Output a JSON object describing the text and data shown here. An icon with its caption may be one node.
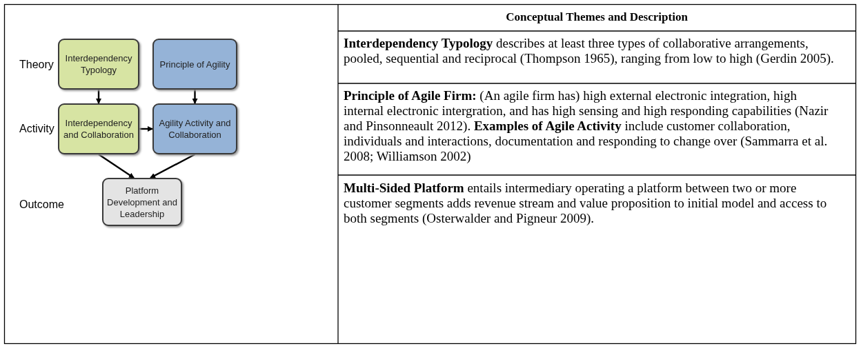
{
  "diagram": {
    "nodes": [
      {
        "text": [
          "Interdependency Typology"
        ]
      },
      {
        "text": [
          "Principle of Agility"
        ]
      },
      {
        "text": [
          "Interdependency and Collaboration"
        ]
      },
      {
        "text": [
          "Agility Activity and Collaboration"
        ]
      },
      {
        "text": [
          "Platform Development and Leadership"
        ]
      }
    ],
    "edges": [
      {
        "from": 0,
        "to": 2,
        "arrow": "to"
      },
      {
        "from": 1,
        "to": 3,
        "arrow": "to"
      },
      {
        "from": 2,
        "to": 3,
        "arrow": "to"
      },
      {
        "from": 2,
        "to": 4,
        "arrow": "to"
      },
      {
        "from": 3,
        "to": 4,
        "arrow": "to"
      }
    ],
    "labels": [
      "Conceptual Themes and Description",
      "Theory",
      "**Interdependency Typology** describes at least three types of collaborative arrangements, pooled, sequential and reciprocal (Thompson 1965), ranging from low to high (Gerdin 2005).",
      "Activity",
      "**Principle of Agile Firm:** (An agile firm has) high external electronic integration, high internal electronic intergration, and has high sensing and high responding capabilities (Nazir and Pinsonneault 2012). **Examples of Agile Activity** include customer collaboration, individuals and interactions, documentation and responding to change over (Sammarra et al. 2008; Williamson 2002)",
      "Outcome",
      "**Multi-Sided Platform** entails intermediary operating a platform between two or more customer segments adds revenue stream and value proposition to initial model and access to both segments (Osterwalder and Pigneur 2009)."
    ]
  }
}
